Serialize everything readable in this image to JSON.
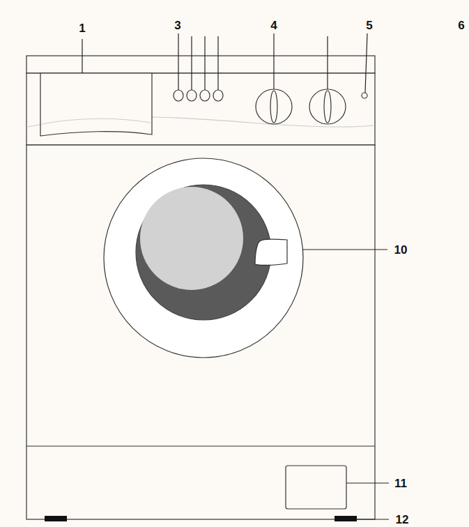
{
  "diagram": {
    "labels": [
      "1",
      "3",
      "4",
      "5",
      "6",
      "10",
      "11",
      "12"
    ]
  }
}
